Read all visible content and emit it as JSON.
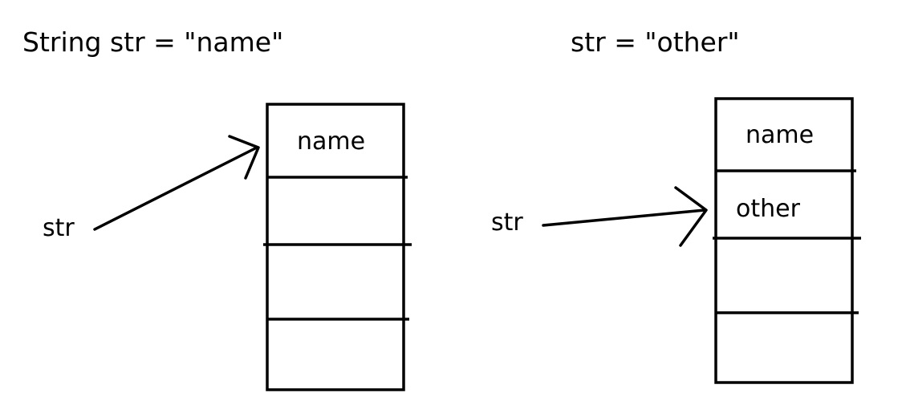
{
  "left": {
    "code": "String str = \"name\"",
    "var_label": "str",
    "cells": [
      "name",
      "",
      "",
      ""
    ]
  },
  "right": {
    "code": "str = \"other\"",
    "var_label": "str",
    "cells": [
      "name",
      "other",
      "",
      ""
    ]
  }
}
